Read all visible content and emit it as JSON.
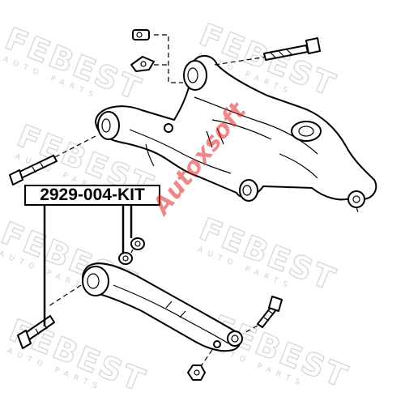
{
  "part_number": "2929-004-KIT",
  "watermark": {
    "brand": "FEBEST",
    "subtitle": "AUTO PARTS",
    "seller": "Autoxsoft",
    "seller_color": "#e12828"
  },
  "colors": {
    "outline": "#000000",
    "background": "#ffffff",
    "brand_watermark": "#d9d9d9"
  },
  "icons": [
    "subframe",
    "lower-control-arm",
    "bushing",
    "bolt",
    "washer",
    "nut"
  ]
}
